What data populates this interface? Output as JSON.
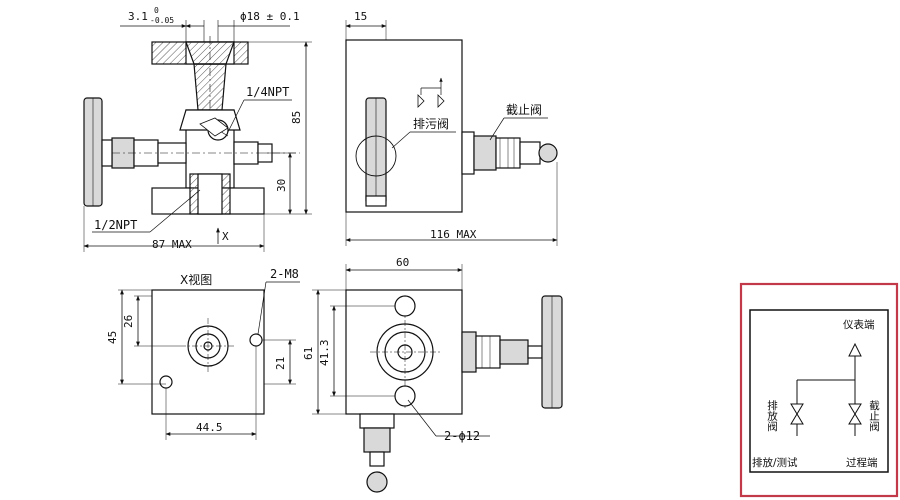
{
  "colors": {
    "ink": "#111111",
    "frame": "#c23a4a",
    "metal": "#d9d9d9",
    "hatch": "#555555"
  },
  "top_view": {
    "dim_tol": "3.1",
    "tol_up": "0",
    "tol_down": "-0.05",
    "dim_dia": "ϕ18 ± 0.1",
    "npt_top": "1/4NPT",
    "npt_bottom": "1/2NPT",
    "height": "85",
    "height_low": "30",
    "width_max": "87 MAX",
    "view_x": "X"
  },
  "side_view": {
    "dim_15": "15",
    "label_drain": "排污阀",
    "label_stop": "截止阀",
    "width_max": "116 MAX"
  },
  "bottom_view": {
    "title": "X视图",
    "bolts": "2-M8",
    "dim_45": "45",
    "dim_26": "26",
    "dim_21": "21",
    "dim_445": "44.5"
  },
  "front_view": {
    "dim_60": "60",
    "dim_61": "61",
    "dim_413": "41.3",
    "holes": "2-ϕ12"
  },
  "schematic": {
    "top_label": "仪表端",
    "left_valve": "排放阀",
    "right_valve": "截止阀",
    "bottom_left": "排放/测试",
    "bottom_right": "过程端"
  }
}
